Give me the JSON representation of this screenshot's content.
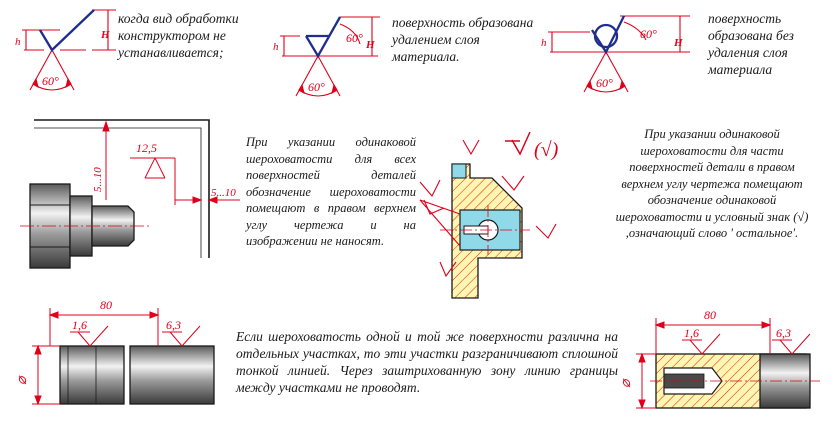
{
  "top_symbols": [
    {
      "caption": "когда вид обработки конструктором не устанавливается;",
      "angle_label": "60°",
      "h_label": "h",
      "H_label": "H"
    },
    {
      "caption": "поверхность образована удалением слоя материала.",
      "angle_label": "60°",
      "h_label": "h",
      "H_label": "H"
    },
    {
      "caption": "поверхность образована без удаления слоя материала",
      "angle_label": "60°",
      "h_label": "h",
      "H_label": "H"
    }
  ],
  "middle": {
    "left_drawing": {
      "roughness_value": "12,5",
      "dim_left": "5...10",
      "dim_right": "5...10"
    },
    "left_caption": "При указании одинаковой шероховатости для всех поверхностей деталей обозначение шероховатости помещают в правом верхнем углу чертежа и на изображении не наносят.",
    "right_caption": "При указании одинаковой шероховатости для части поверхностей детали в правом верхнем углу чертежа помещают обозначение одинаковой шероховатости и условный знак (√) ,означающий слово ' остальное'."
  },
  "bottom": {
    "left_drawing": {
      "length": "80",
      "roughness_a": "1,6",
      "roughness_b": "6,3",
      "diameter": "⌀"
    },
    "caption": "Если шероховатость одной и той же поверхности различна на отдельных участках, то эти участки разграничивают сплошной тонкой линией. Через заштрихованную зону линию границы между участками не проводят.",
    "right_drawing": {
      "length": "80",
      "roughness_a": "1,6",
      "roughness_b": "6,3",
      "diameter": "⌀"
    }
  },
  "colors": {
    "red": "#e0001b",
    "blue": "#1f2d8f",
    "yellow": "#fff6b0",
    "cyan": "#8fd9e8",
    "gray_dark": "#4a4a4a",
    "gray_light": "#c9c9c9"
  }
}
